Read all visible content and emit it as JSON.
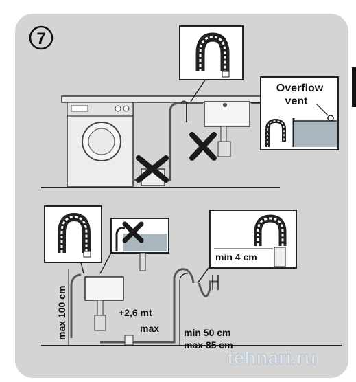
{
  "step": {
    "number": "7"
  },
  "top_scene": {
    "callout_right": {
      "line1": "Overflow",
      "line2": "vent"
    }
  },
  "bottom_scene": {
    "height_max": "max 100 cm",
    "extension_line1": "+2,6 mt",
    "extension_line2": "max",
    "loop_min": "min 4 cm",
    "standpipe_line1": "min 50 cm",
    "standpipe_line2": "max 85 cm"
  },
  "watermark": {
    "text": "tehnari.ru"
  },
  "colors": {
    "panel": "#d4d4d4",
    "line": "#222222",
    "cross": "#1a1a1a",
    "water": "#a9b6bd"
  }
}
